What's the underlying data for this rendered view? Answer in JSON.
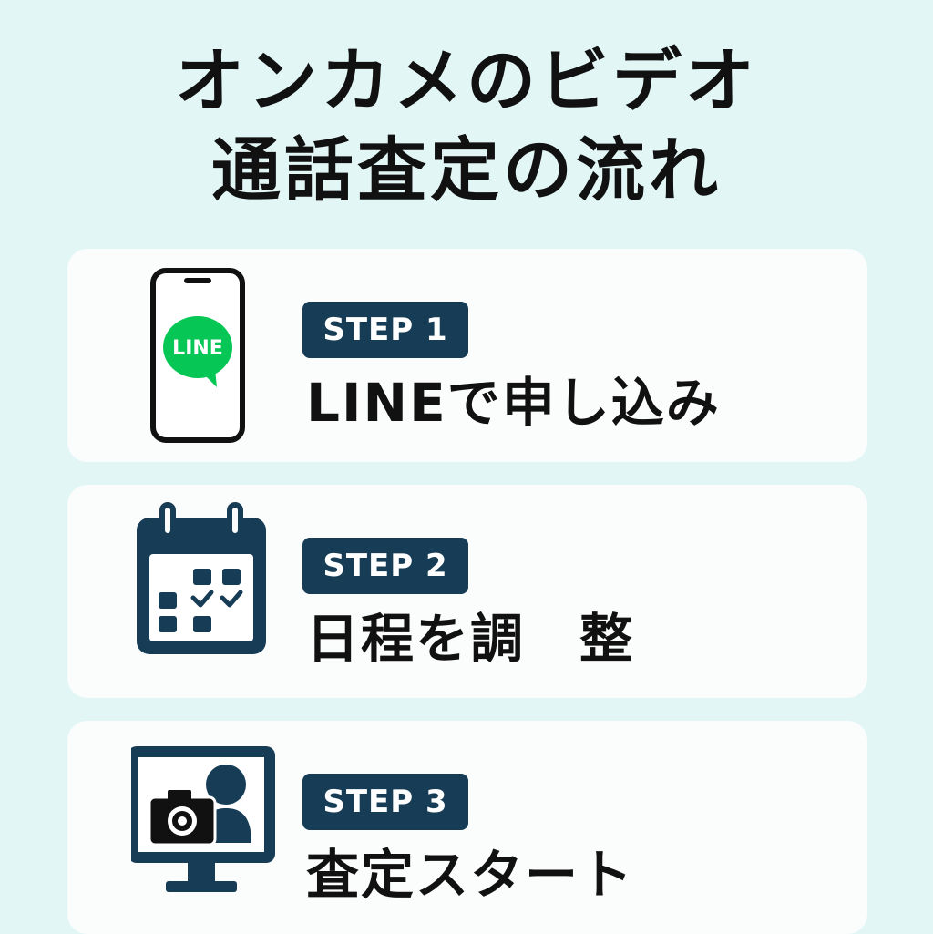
{
  "title": {
    "line1": "オンカメのビデオ",
    "line2": "通話査定の流れ"
  },
  "colors": {
    "background": "#e3f6f6",
    "card": "#fbfcfc",
    "navy": "#173c55",
    "line_green": "#06c755"
  },
  "steps": [
    {
      "badge": "STEP 1",
      "title": "LINEで申し込み",
      "icon": "smartphone-line-icon",
      "icon_text": "LINE"
    },
    {
      "badge": "STEP 2",
      "title": "日程を調　整",
      "icon": "calendar-icon"
    },
    {
      "badge": "STEP 3",
      "title": "査定スタート",
      "icon": "monitor-camera-person-icon"
    }
  ]
}
